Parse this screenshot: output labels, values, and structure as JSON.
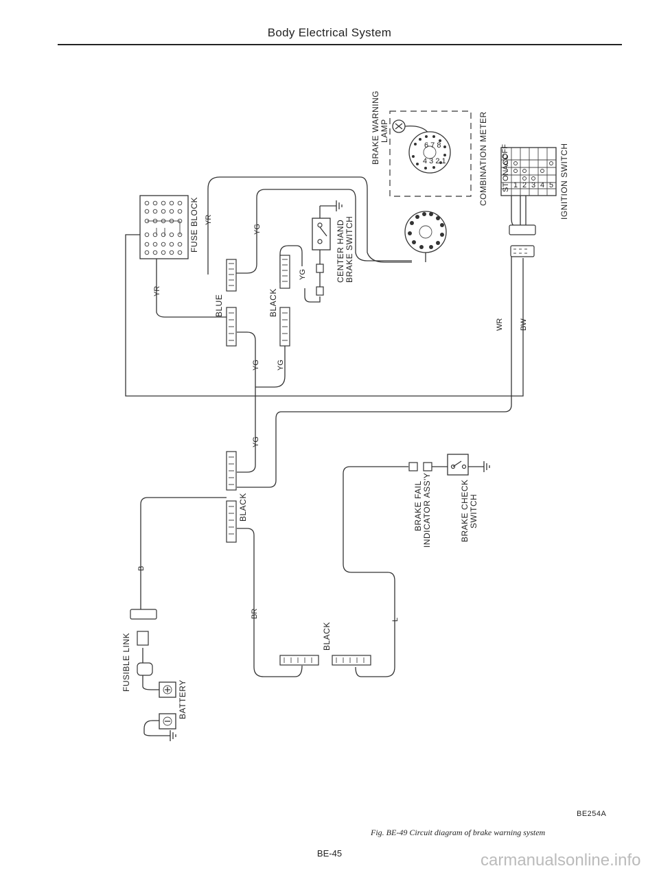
{
  "page": {
    "header_title": "Body Electrical System",
    "figure_code": "BE254A",
    "caption": "Fig. BE-49 Circuit diagram of brake warning system",
    "page_number": "BE-45",
    "watermark": "carmanualsonline.info"
  },
  "components": {
    "brake_warning_lamp": "BRAKE WARNING LAMP",
    "combination_meter": "COMBINATION METER",
    "ignition_switch": "IGNITION SWITCH",
    "fuse_block": "FUSE BLOCK",
    "center_hand_brake_switch": "CENTER HAND BRAKE SWITCH",
    "brake_fail_indicator": "BRAKE FAIL INDICATOR ASS'Y",
    "brake_check_switch": "BRAKE CHECK SWITCH",
    "fusible_link": "FUSIBLE LINK",
    "battery": "BATTERY"
  },
  "connector_labels": {
    "blue": "BLUE",
    "black_1": "BLACK",
    "black_2": "BLACK",
    "black_3": "BLACK"
  },
  "wire_labels": {
    "yr_fuse": "YR",
    "yr_left": "YR",
    "yg_top": "YG",
    "yg_mid_1": "YG",
    "yg_mid_2": "YG",
    "yg_hand": "YG",
    "yg_low": "YG",
    "wr": "WR",
    "bw": "BW",
    "b": "B",
    "br": "BR",
    "l": "L"
  },
  "ignition_table": {
    "headers": [
      "OFF",
      "ACC",
      "ON",
      "ST"
    ],
    "rows": [
      "1",
      "2",
      "3",
      "4",
      "5"
    ]
  }
}
